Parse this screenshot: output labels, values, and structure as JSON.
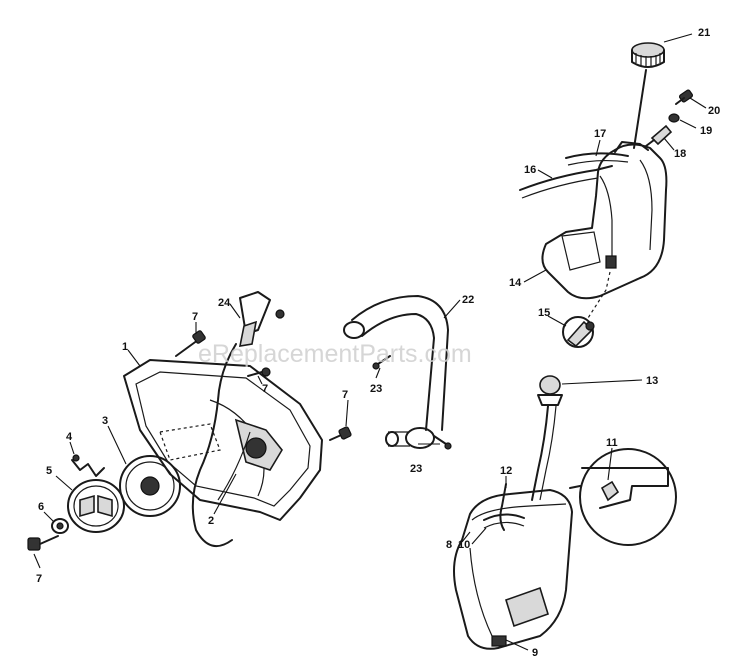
{
  "watermark": "eReplacementParts.com",
  "callouts": [
    {
      "id": "21",
      "text": "21"
    },
    {
      "id": "20",
      "text": "20"
    },
    {
      "id": "19",
      "text": "19"
    },
    {
      "id": "18",
      "text": "18"
    },
    {
      "id": "17",
      "text": "17"
    },
    {
      "id": "16",
      "text": "16"
    },
    {
      "id": "14",
      "text": "14"
    },
    {
      "id": "15",
      "text": "15"
    },
    {
      "id": "13",
      "text": "13"
    },
    {
      "id": "22",
      "text": "22"
    },
    {
      "id": "24",
      "text": "24"
    },
    {
      "id": "7a",
      "text": "7"
    },
    {
      "id": "1",
      "text": "1"
    },
    {
      "id": "7b",
      "text": "7"
    },
    {
      "id": "23a",
      "text": "23"
    },
    {
      "id": "7c",
      "text": "7"
    },
    {
      "id": "4",
      "text": "4"
    },
    {
      "id": "3",
      "text": "3"
    },
    {
      "id": "5",
      "text": "5"
    },
    {
      "id": "2",
      "text": "2"
    },
    {
      "id": "23b",
      "text": "23"
    },
    {
      "id": "6",
      "text": "6"
    },
    {
      "id": "7d",
      "text": "7"
    },
    {
      "id": "12",
      "text": "12"
    },
    {
      "id": "11",
      "text": "11"
    },
    {
      "id": "8",
      "text": "8"
    },
    {
      "id": "10",
      "text": "10"
    },
    {
      "id": "9",
      "text": "9"
    }
  ]
}
